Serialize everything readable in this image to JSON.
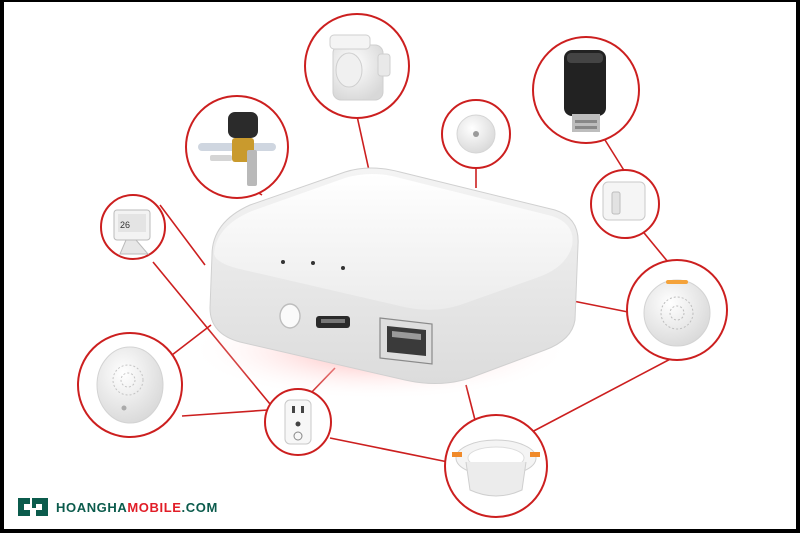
{
  "brand": {
    "text_part1": "HOANGHA",
    "text_part2": "MOBILE",
    "text_part3": ".COM",
    "colors": {
      "primary": "#0b5b4c",
      "accent": "#e11d27"
    }
  },
  "colors": {
    "connector": "#cc1f1f",
    "device_white": "#f4f4f4",
    "background": "#ffffff",
    "glow": "#f6b3b3"
  },
  "devices": [
    {
      "name": "motion-sensor-icon"
    },
    {
      "name": "water-valve-controller-icon"
    },
    {
      "name": "temperature-humidity-sensor-icon"
    },
    {
      "name": "button-switch-icon"
    },
    {
      "name": "radiator-thermostat-icon"
    },
    {
      "name": "fingerbot-switch-icon"
    },
    {
      "name": "smoke-detector-icon"
    },
    {
      "name": "downlight-icon"
    },
    {
      "name": "smart-plug-icon"
    },
    {
      "name": "siren-alarm-icon"
    },
    {
      "name": "zigbee-gateway-hub-icon"
    }
  ]
}
